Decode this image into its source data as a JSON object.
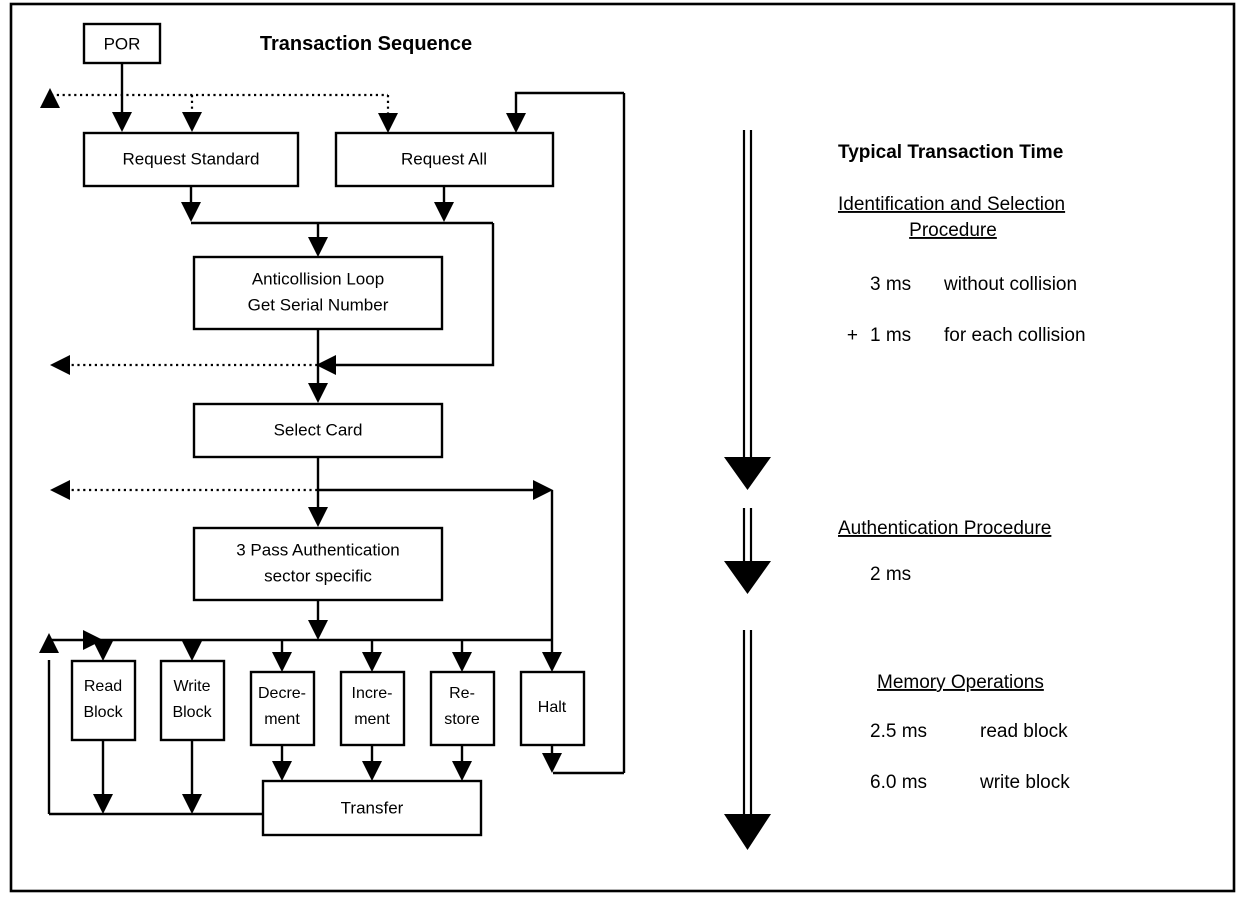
{
  "figure": {
    "title": "Transaction Sequence",
    "right_panel_title": "Typical Transaction Time"
  },
  "flowchart": {
    "nodes": {
      "por": "POR",
      "request_standard": "Request Standard",
      "request_all": "Request All",
      "anticollision_line1": "Anticollision Loop",
      "anticollision_line2": "Get Serial Number",
      "select_card": "Select Card",
      "auth_line1": "3 Pass Authentication",
      "auth_line2": "sector specific",
      "read_block_line1": "Read",
      "read_block_line2": "Block",
      "write_block_line1": "Write",
      "write_block_line2": "Block",
      "decrement_line1": "Decre-",
      "decrement_line2": "ment",
      "increment_line1": "Incre-",
      "increment_line2": "ment",
      "restore_line1": "Re-",
      "restore_line2": "store",
      "halt": "Halt",
      "transfer": "Transfer"
    }
  },
  "timing": {
    "sections": [
      {
        "heading_line1": "Identification and Selection",
        "heading_line2": "Procedure",
        "rows": [
          {
            "prefix": "",
            "value": "3 ms",
            "desc": "without collision"
          },
          {
            "prefix": "+",
            "value": "1 ms",
            "desc": "for each collision"
          }
        ]
      },
      {
        "heading_line1": "Authentication Procedure",
        "heading_line2": "",
        "rows": [
          {
            "prefix": "",
            "value": "2 ms",
            "desc": ""
          }
        ]
      },
      {
        "heading_line1": "Memory Operations",
        "heading_line2": "",
        "rows": [
          {
            "prefix": "",
            "value": "2.5 ms",
            "desc": "read block"
          },
          {
            "prefix": "",
            "value": "6.0 ms",
            "desc": "write block"
          }
        ]
      }
    ]
  },
  "colors": {
    "stroke": "#000000",
    "background": "#ffffff"
  }
}
